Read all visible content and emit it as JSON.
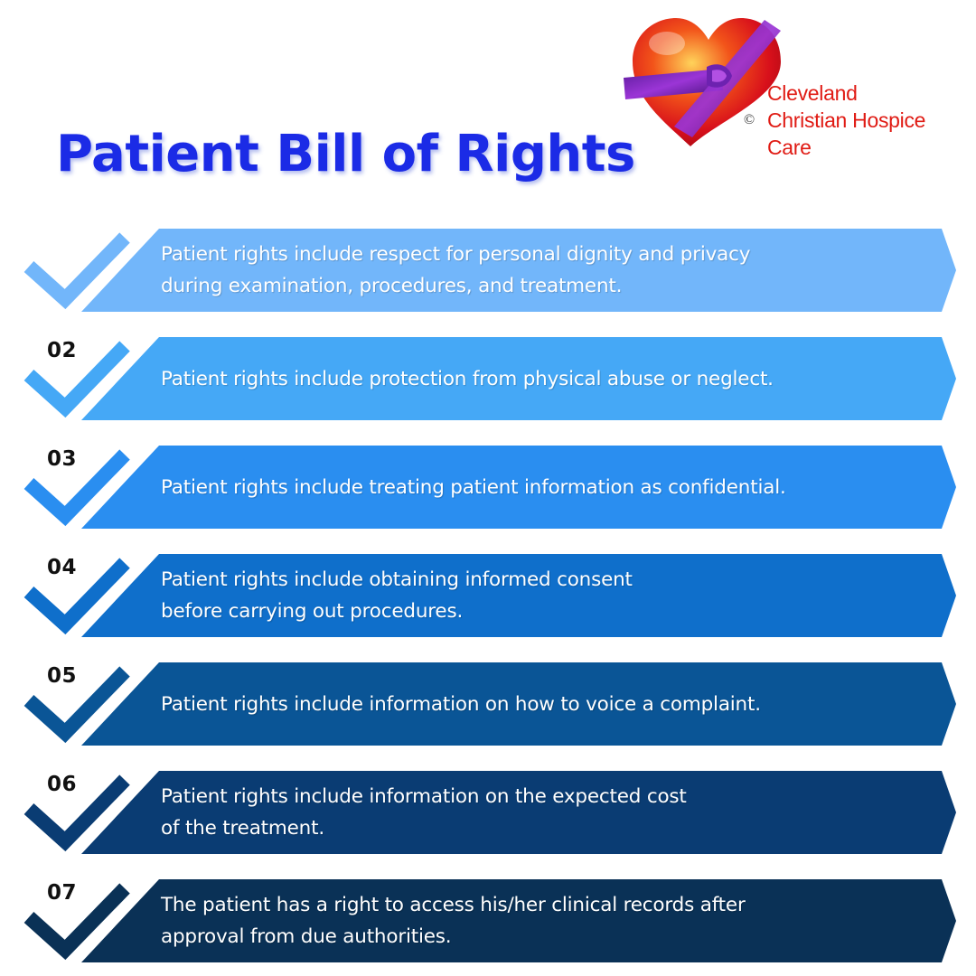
{
  "title": "Patient Bill of Rights",
  "logo": {
    "copyright": "©",
    "org_lines": [
      "Cleveland",
      "Christian Hospice",
      "Care"
    ],
    "org_color": "#e01b14"
  },
  "title_color": "#1b2be6",
  "rights": [
    {
      "number": "",
      "text": "Patient rights include respect for personal dignity and privacy\nduring examination, procedures, and treatment.",
      "color": "#72b6fa",
      "icon": "check-icon"
    },
    {
      "number": "02",
      "text": "Patient rights include protection from physical abuse or neglect.",
      "color": "#45a8f6",
      "icon": "check-icon"
    },
    {
      "number": "03",
      "text": "Patient rights include treating patient information as confidential.",
      "color": "#2a8ef0",
      "icon": "check-icon"
    },
    {
      "number": "04",
      "text": "Patient rights include obtaining informed consent\nbefore carrying out procedures.",
      "color": "#0f6fcb",
      "icon": "check-icon"
    },
    {
      "number": "05",
      "text": "Patient rights include information on how to voice a complaint.",
      "color": "#0a5596",
      "icon": "check-icon"
    },
    {
      "number": "06",
      "text": "Patient rights include information on the expected cost\nof the treatment.",
      "color": "#0a3c73",
      "icon": "check-icon"
    },
    {
      "number": "07",
      "text": "The patient has a right to access his/her clinical records after\napproval from due authorities.",
      "color": "#0a3156",
      "icon": "check-icon"
    }
  ]
}
